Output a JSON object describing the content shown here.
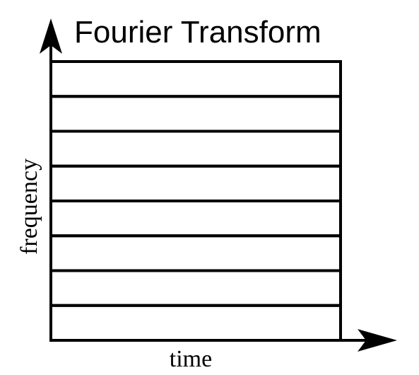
{
  "diagram": {
    "title": "Fourier Transform",
    "x_axis_label": "time",
    "y_axis_label": "frequency",
    "frequency_bands": 8,
    "time_divisions": 1
  },
  "colors": {
    "line": "#000000",
    "background": "#ffffff"
  }
}
